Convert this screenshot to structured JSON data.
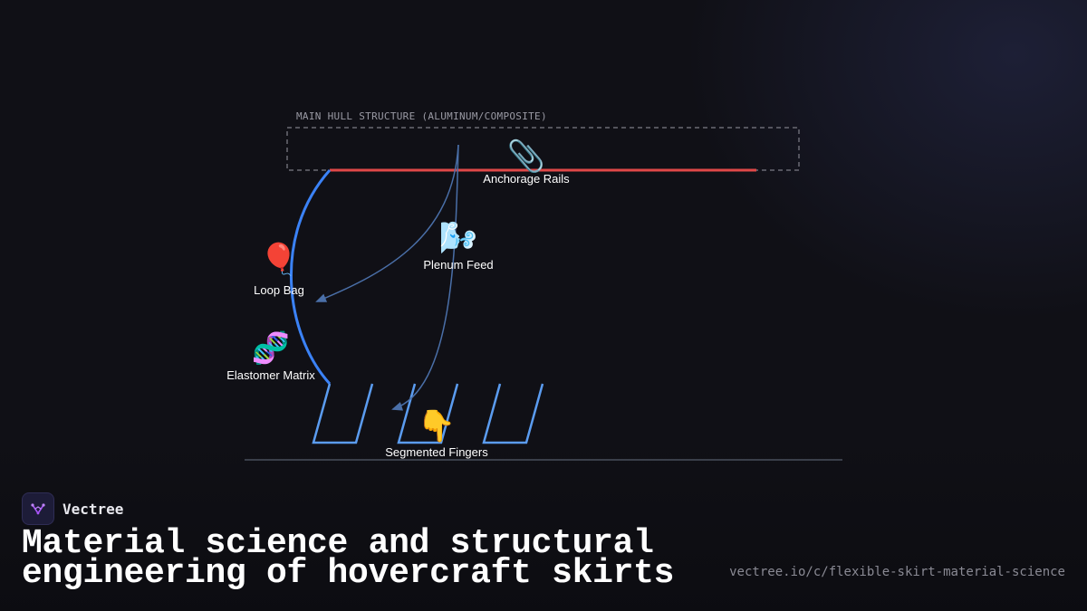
{
  "diagram": {
    "hull_label": "MAIN HULL STRUCTURE (ALUMINUM/COMPOSITE)",
    "nodes": {
      "anchorage": {
        "label": "Anchorage Rails",
        "icon": "paperclip-icon",
        "glyph": "📎"
      },
      "plenum": {
        "label": "Plenum Feed",
        "icon": "wind-icon",
        "glyph": "🌬️"
      },
      "loop_bag": {
        "label": "Loop Bag",
        "icon": "balloon-icon",
        "glyph": "🎈"
      },
      "elastomer": {
        "label": "Elastomer Matrix",
        "icon": "dna-icon",
        "glyph": "🧬"
      },
      "fingers": {
        "label": "Segmented Fingers",
        "icon": "pointing-down-icon",
        "glyph": "👇"
      }
    },
    "colors": {
      "rail": "#e04848",
      "skirt": "#3b82f6",
      "fingers": "#5b9cf0",
      "flow": "#4a6fa8",
      "hull_box": "#6a6a74",
      "ground": "#3a3f4a"
    }
  },
  "brand": {
    "name": "Vectree"
  },
  "title": "Material science and structural engineering of hovercraft skirts",
  "url": "vectree.io/c/flexible-skirt-material-science"
}
